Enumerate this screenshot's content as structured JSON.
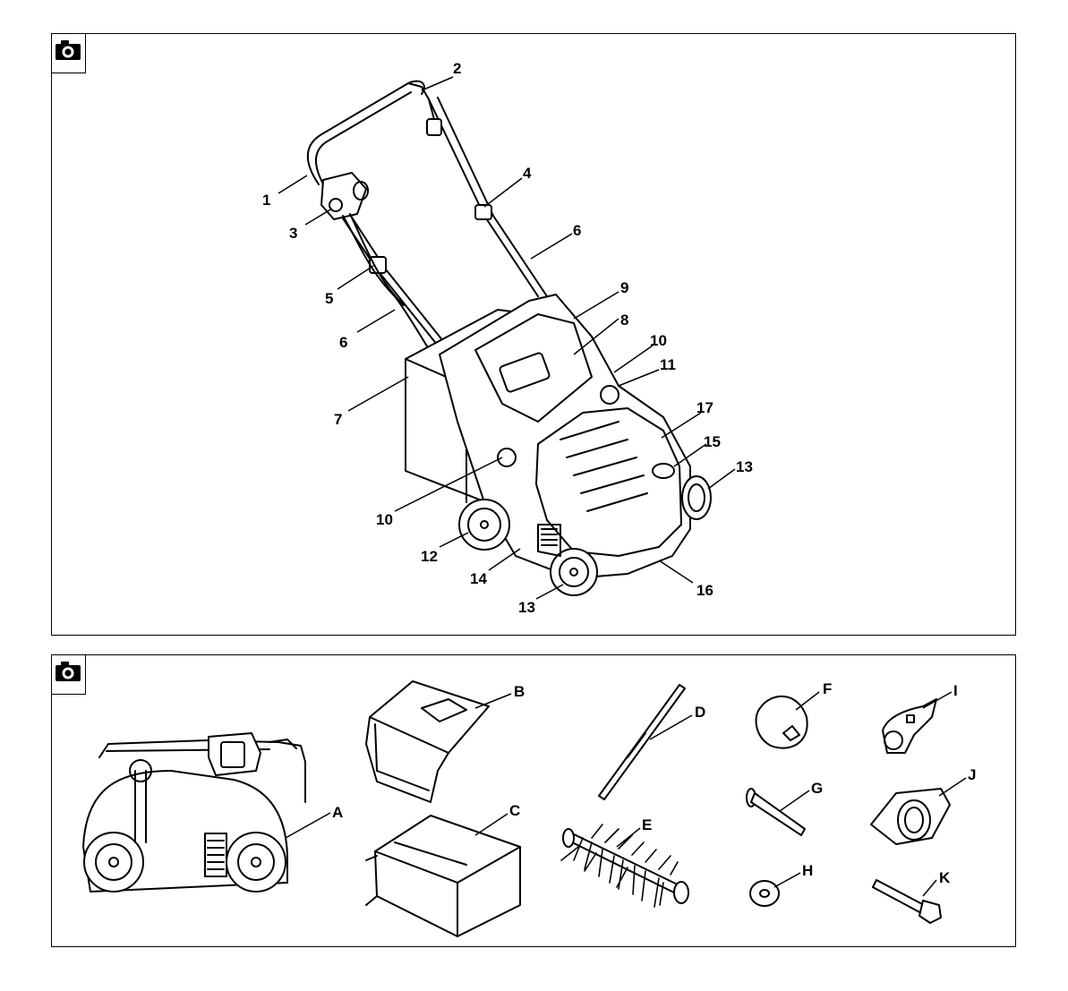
{
  "figure1": {
    "labels": {
      "l1": "1",
      "l2": "2",
      "l3": "3",
      "l4": "4",
      "l5": "5",
      "l6a": "6",
      "l6b": "6",
      "l7": "7",
      "l8": "8",
      "l9": "9",
      "l10a": "10",
      "l10b": "10",
      "l11": "11",
      "l12": "12",
      "l13a": "13",
      "l13b": "13",
      "l14": "14",
      "l15": "15",
      "l16": "16",
      "l17": "17"
    }
  },
  "figure2": {
    "labels": {
      "A": "A",
      "B": "B",
      "C": "C",
      "D": "D",
      "E": "E",
      "F": "F",
      "G": "G",
      "H": "H",
      "I": "I",
      "J": "J",
      "K": "K"
    }
  },
  "icons": {
    "panel_icon": "camera-icon"
  }
}
